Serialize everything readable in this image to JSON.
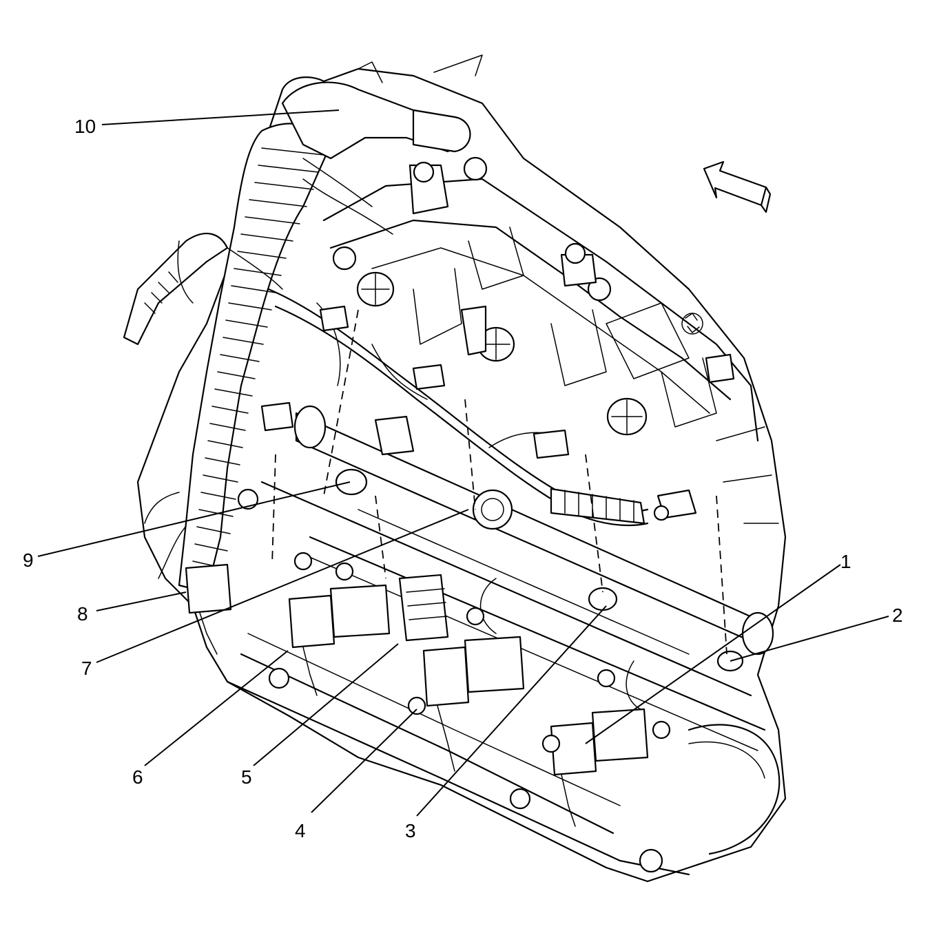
{
  "callouts": [
    {
      "id": "1",
      "text": "1"
    },
    {
      "id": "2",
      "text": "2"
    },
    {
      "id": "3",
      "text": "3"
    },
    {
      "id": "4",
      "text": "4"
    },
    {
      "id": "5",
      "text": "5"
    },
    {
      "id": "6",
      "text": "6"
    },
    {
      "id": "7",
      "text": "7"
    },
    {
      "id": "8",
      "text": "8"
    },
    {
      "id": "9",
      "text": "9"
    },
    {
      "id": "10",
      "text": "10"
    }
  ],
  "icons": {
    "direction": "front-direction-arrow-icon",
    "recycle": "recycle-icon"
  },
  "colors": {
    "line": "#000000",
    "background": "#ffffff"
  }
}
